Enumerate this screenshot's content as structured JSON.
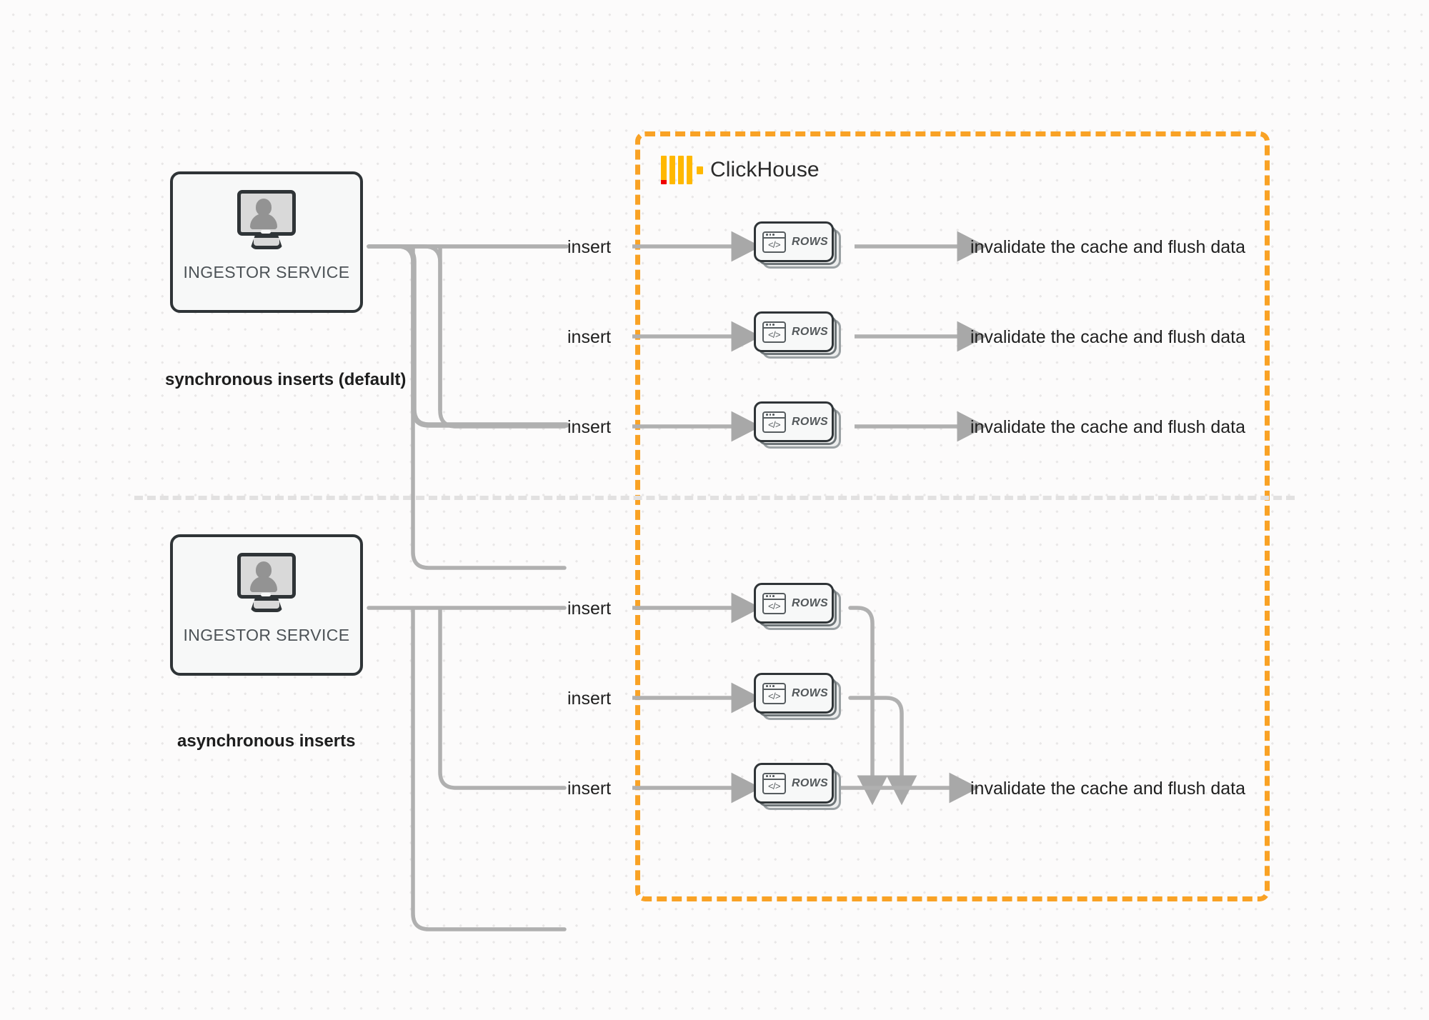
{
  "diagram": {
    "title": "ClickHouse synchronous vs asynchronous inserts",
    "brand": {
      "name": "ClickHouse",
      "logo_icon": "clickhouse-logo-icon",
      "logo_color": "#ffb800",
      "logo_accent_color": "#f00000",
      "boundary_color": "#f9a225"
    },
    "sections": [
      {
        "id": "synchronous",
        "mode_label": "synchronous inserts (default)",
        "source": {
          "label": "INGESTOR SERVICE",
          "icon": "monitor-user-icon"
        },
        "edges": [
          {
            "insert_label": "insert",
            "rows_label": "ROWS",
            "result_label": "invalidate the cache and flush data"
          },
          {
            "insert_label": "insert",
            "rows_label": "ROWS",
            "result_label": "invalidate the cache and flush data"
          },
          {
            "insert_label": "insert",
            "rows_label": "ROWS",
            "result_label": "invalidate the cache and flush data"
          }
        ]
      },
      {
        "id": "asynchronous",
        "mode_label": "asynchronous inserts",
        "source": {
          "label": "INGESTOR SERVICE",
          "icon": "monitor-user-icon"
        },
        "edges": [
          {
            "insert_label": "insert",
            "rows_label": "ROWS"
          },
          {
            "insert_label": "insert",
            "rows_label": "ROWS"
          },
          {
            "insert_label": "insert",
            "rows_label": "ROWS"
          }
        ],
        "merged_result_label": "invalidate the cache and flush data"
      }
    ]
  }
}
